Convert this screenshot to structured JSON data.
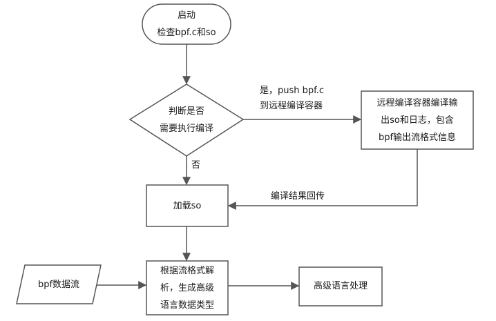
{
  "nodes": {
    "start": {
      "lines": [
        "启动",
        "检查bpf.c和so"
      ]
    },
    "decision": {
      "lines": [
        "判断是否",
        "需要执行编译"
      ]
    },
    "remote": {
      "lines": [
        "远程编译容器编译输",
        "出so和日志，包含",
        "bpf输出流格式信息"
      ]
    },
    "load": {
      "lines": [
        "加载so"
      ]
    },
    "parse": {
      "lines": [
        "根据流格式解",
        "析，生成高级",
        "语言数据类型"
      ]
    },
    "input": {
      "lines": [
        "bpf数据流"
      ]
    },
    "highlevel": {
      "lines": [
        "高级语言处理"
      ]
    }
  },
  "edges": {
    "yes": {
      "lines": [
        "是，push bpf.c",
        "到远程编译容器"
      ]
    },
    "no": {
      "lines": [
        "否"
      ]
    },
    "return": {
      "lines": [
        "编译结果回传"
      ]
    }
  }
}
